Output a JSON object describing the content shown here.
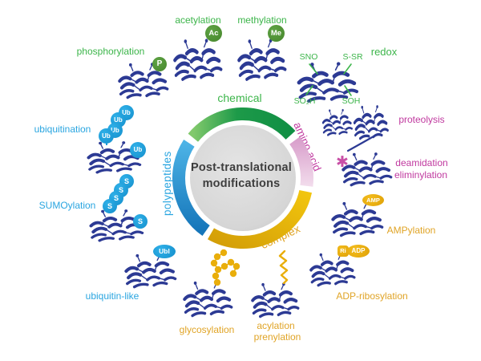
{
  "diagram_title": {
    "line1": "Post-translational",
    "line2": "modifications"
  },
  "ring": {
    "chemical": {
      "label": "chemical",
      "color": "#1d9a49"
    },
    "amino_acid": {
      "label": "amino acid",
      "color": "#c0399f"
    },
    "complex": {
      "label": "complex",
      "color": "#e3ab0c"
    },
    "polypeptides": {
      "label": "polypeptides",
      "color": "#2d9ed8"
    }
  },
  "colors": {
    "label_green": "#3cb54a",
    "label_pink": "#c0399f",
    "label_gold": "#e0a426",
    "label_blue": "#29a5e0",
    "badge_green": "#4e9134",
    "badge_blue": "#1b9ad8",
    "badge_gold": "#e9ae0b",
    "protein_ribbon": "#2c3a94",
    "center_fill": "#d6d6d6"
  },
  "modifications": {
    "phosphorylation": {
      "label": "phosphorylation",
      "badge": "P"
    },
    "acetylation": {
      "label": "acetylation",
      "badge": "Ac"
    },
    "methylation": {
      "label": "methylation",
      "badge": "Me"
    },
    "redox": {
      "label": "redox",
      "tag_sno": "SNO",
      "tag_ssr": "S-SR",
      "tag_so2h": "SO₂H",
      "tag_soh": "SOH"
    },
    "proteolysis": {
      "label": "proteolysis"
    },
    "deamidation": {
      "line1": "deamidation",
      "line2": "eliminylation",
      "marker": "✱"
    },
    "ampylation": {
      "label": "AMPylation",
      "badge": "AMP"
    },
    "adp_ribosylation": {
      "label": "ADP-ribosylation",
      "badge_ri": "Ri",
      "badge_adp": "ADP"
    },
    "acylation_prenylation": {
      "line1": "acylation",
      "line2": "prenylation"
    },
    "glycosylation": {
      "label": "glycosylation"
    },
    "ubiquitin_like": {
      "label": "ubiquitin-like",
      "badge": "Ubl"
    },
    "sumoylation": {
      "label": "SUMOylation",
      "badge": "S"
    },
    "ubiquitination": {
      "label": "ubiquitination",
      "badge": "Ub"
    }
  }
}
